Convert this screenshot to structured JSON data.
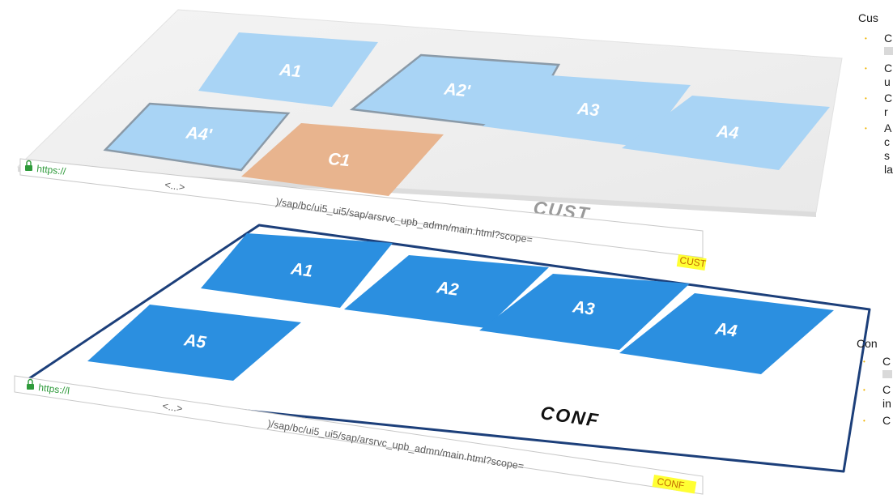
{
  "layers": {
    "cust": {
      "name": "CUST",
      "tiles": [
        {
          "label": "A1",
          "kind": "app"
        },
        {
          "label": "A2'",
          "kind": "modified"
        },
        {
          "label": "A3",
          "kind": "app"
        },
        {
          "label": "A4",
          "kind": "app"
        },
        {
          "label": "A4'",
          "kind": "modified"
        },
        {
          "label": "C1",
          "kind": "custom"
        }
      ],
      "url": {
        "scheme": "https://",
        "ellipsis": "<...>",
        "path": ")/sap/bc/ui5_ui5/sap/arsrvc_upb_admn/main.html?scope=",
        "scope": "CUST"
      }
    },
    "conf": {
      "name": "CONF",
      "tiles": [
        {
          "label": "A1"
        },
        {
          "label": "A2"
        },
        {
          "label": "A3"
        },
        {
          "label": "A4"
        },
        {
          "label": "A5"
        }
      ],
      "url": {
        "scheme": "https://l",
        "ellipsis": "<...>",
        "path": ")/sap/bc/ui5_ui5/sap/arsrvc_upb_admn/main.html?scope=",
        "scope": "CONF"
      }
    }
  },
  "side_panel": {
    "cust": {
      "heading": "Cus",
      "lines": [
        "C",
        "C",
        "u",
        "C",
        "r",
        "A",
        "c",
        "s",
        "la"
      ]
    },
    "conf": {
      "heading": "Con",
      "lines": [
        "C",
        "C",
        "in",
        "C"
      ]
    }
  },
  "colors": {
    "cust_tile": "#a9d4f5",
    "cust_tile_modified_border": "#8a9aa8",
    "custom_tile": "#e8b48e",
    "conf_tile": "#2b8fe0",
    "conf_frame": "#1c3f7a",
    "scope_highlight": "#ffff33",
    "bullet": "#f0b400"
  }
}
